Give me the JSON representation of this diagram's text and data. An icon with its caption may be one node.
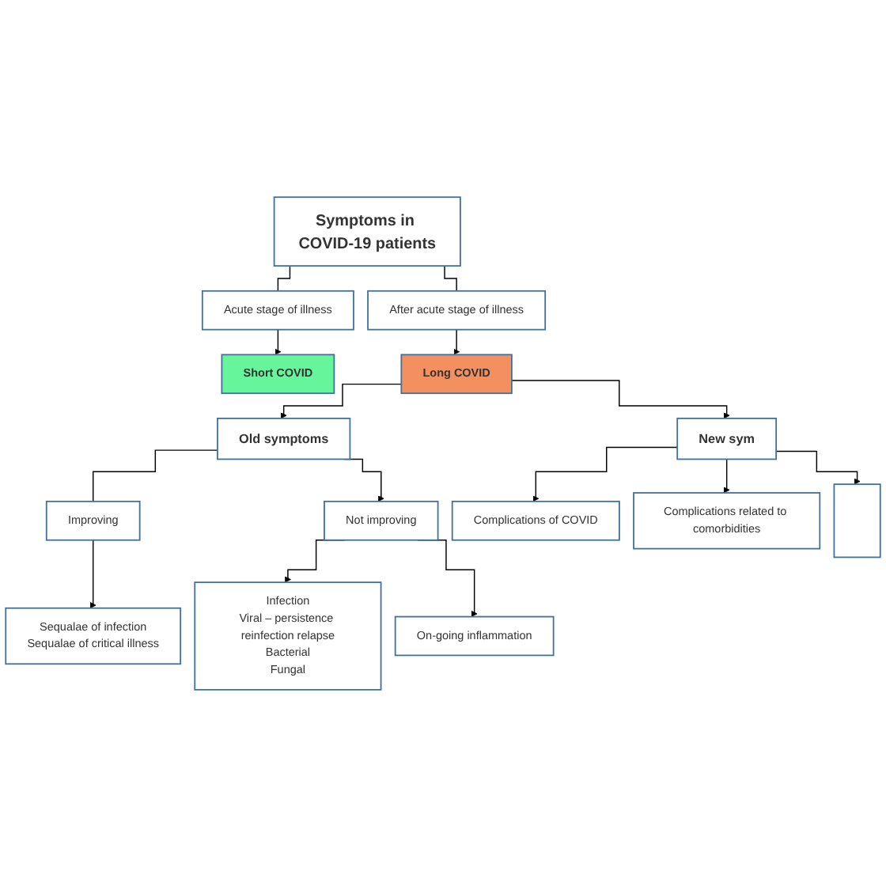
{
  "diagram": {
    "nodes": [
      {
        "text": [
          "Symptoms in COVID-19 patients"
        ]
      },
      {
        "text": [
          "Acute stage of illness"
        ]
      },
      {
        "text": [
          "After acute stage of illness"
        ]
      },
      {
        "text": [
          "Short COVID"
        ]
      },
      {
        "text": [
          "Long COVID"
        ]
      },
      {
        "text": [
          "Old symptoms"
        ]
      },
      {
        "text": [
          "New sym"
        ]
      },
      {
        "text": [
          "Improving"
        ]
      },
      {
        "text": [
          "Not improving"
        ]
      },
      {
        "text": [
          "Complications of COVID"
        ]
      },
      {
        "text": [
          "Complications related to comorbidities"
        ]
      },
      {
        "text": [],
        "shape": "box"
      },
      {
        "text": [
          "Sequalae of infection",
          "Sequalae of critical illness"
        ]
      },
      {
        "text": [
          "Infection",
          "Viral – persistence reinfection relapse",
          "Bacterial",
          "Fungal"
        ]
      },
      {
        "text": [
          "On-going inflammation"
        ]
      }
    ],
    "edges": [
      {
        "from": 0,
        "to": 1,
        "arrow": "none"
      },
      {
        "from": 0,
        "to": 2,
        "arrow": "none"
      },
      {
        "from": 1,
        "to": 3,
        "arrow": "to"
      },
      {
        "from": 2,
        "to": 4,
        "arrow": "to"
      },
      {
        "from": 4,
        "to": 5,
        "arrow": "to"
      },
      {
        "from": 4,
        "to": 6,
        "arrow": "to"
      },
      {
        "from": 5,
        "to": 7,
        "arrow": "none"
      },
      {
        "from": 5,
        "to": 8,
        "arrow": "to"
      },
      {
        "from": 6,
        "to": 9,
        "arrow": "to"
      },
      {
        "from": 6,
        "to": 10,
        "arrow": "to"
      },
      {
        "from": 6,
        "to": 11,
        "arrow": "to"
      },
      {
        "from": 7,
        "to": 12,
        "arrow": "to"
      },
      {
        "from": 8,
        "to": 13,
        "arrow": "to"
      },
      {
        "from": 8,
        "to": 14,
        "arrow": "to"
      }
    ]
  }
}
